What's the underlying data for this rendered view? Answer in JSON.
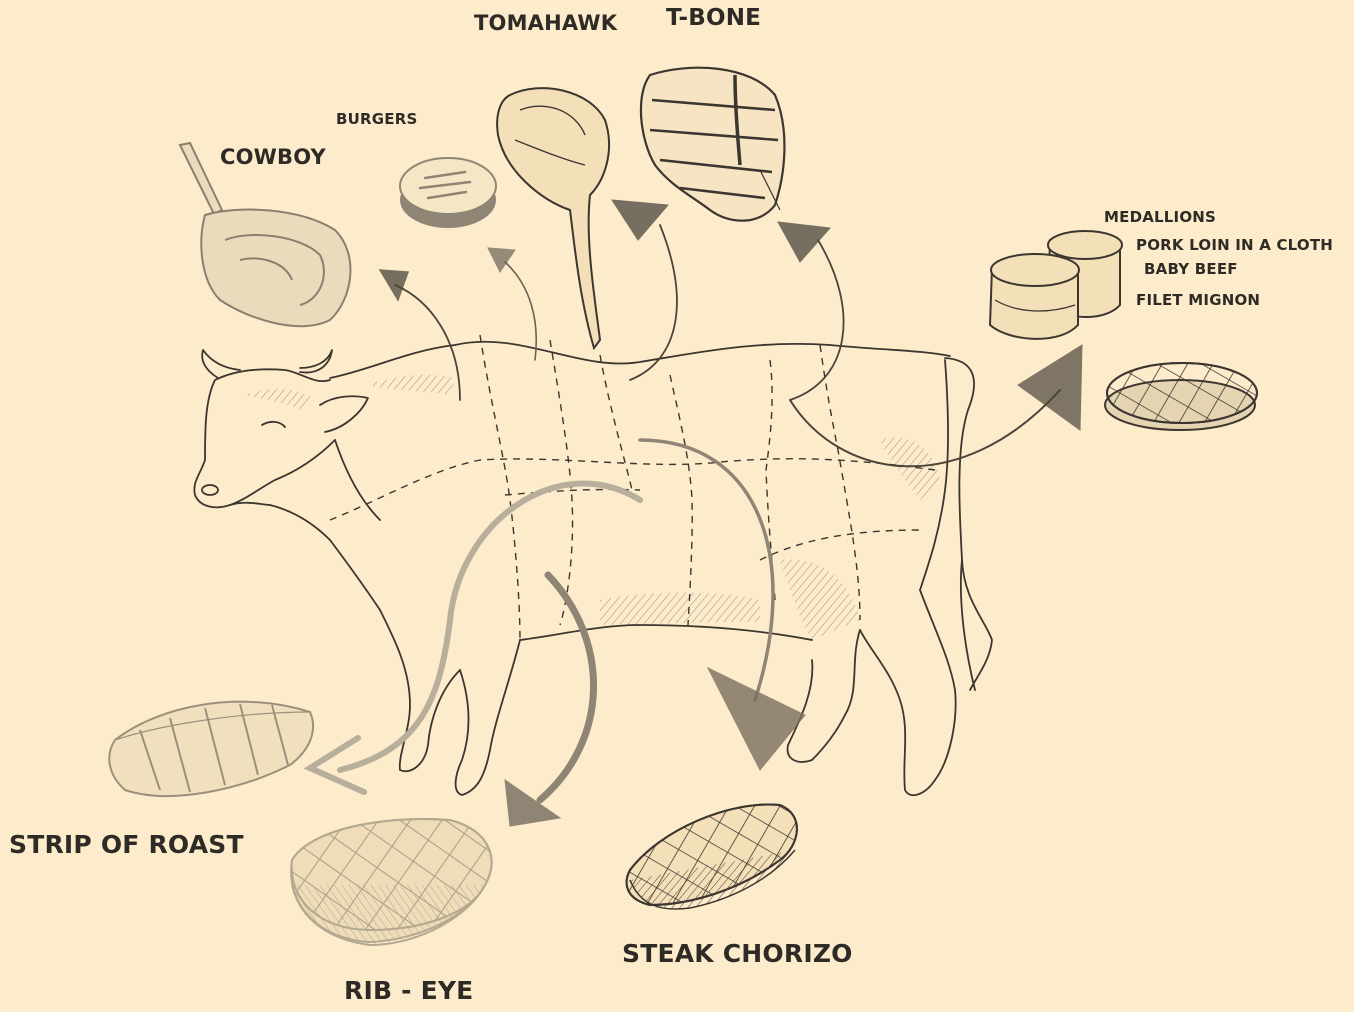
{
  "labels": {
    "tomahawk": "TOMAHAWK",
    "tbone": "T-BONE",
    "burgers": "BURGERS",
    "cowboy": "COWBOY",
    "medallions": "MEDALLIONS",
    "pork_loin": "PORK LOIN IN A CLOTH",
    "baby_beef": "BABY BEEF",
    "filet_mignon": "FILET MIGNON",
    "strip_of_roast": "STRIP OF ROAST",
    "steak_chorizo": "STEAK CHORIZO",
    "rib_eye": "RIB - EYE"
  },
  "colors": {
    "background": "#fdeccb",
    "ink": "#2e2b26",
    "muted_ink": "#7d7261",
    "faded_ink": "#a89d88",
    "arrow_dark": "#8f8574",
    "arrow_light": "#b8ae9c"
  },
  "icons": [
    "cow-illustration",
    "cowboy-steak-icon",
    "burger-patty-icon",
    "tomahawk-steak-icon",
    "tbone-steak-icon",
    "medallions-icon",
    "grilled-steak-icon",
    "ribs-icon",
    "ribeye-steak-icon",
    "steak-chorizo-icon"
  ]
}
